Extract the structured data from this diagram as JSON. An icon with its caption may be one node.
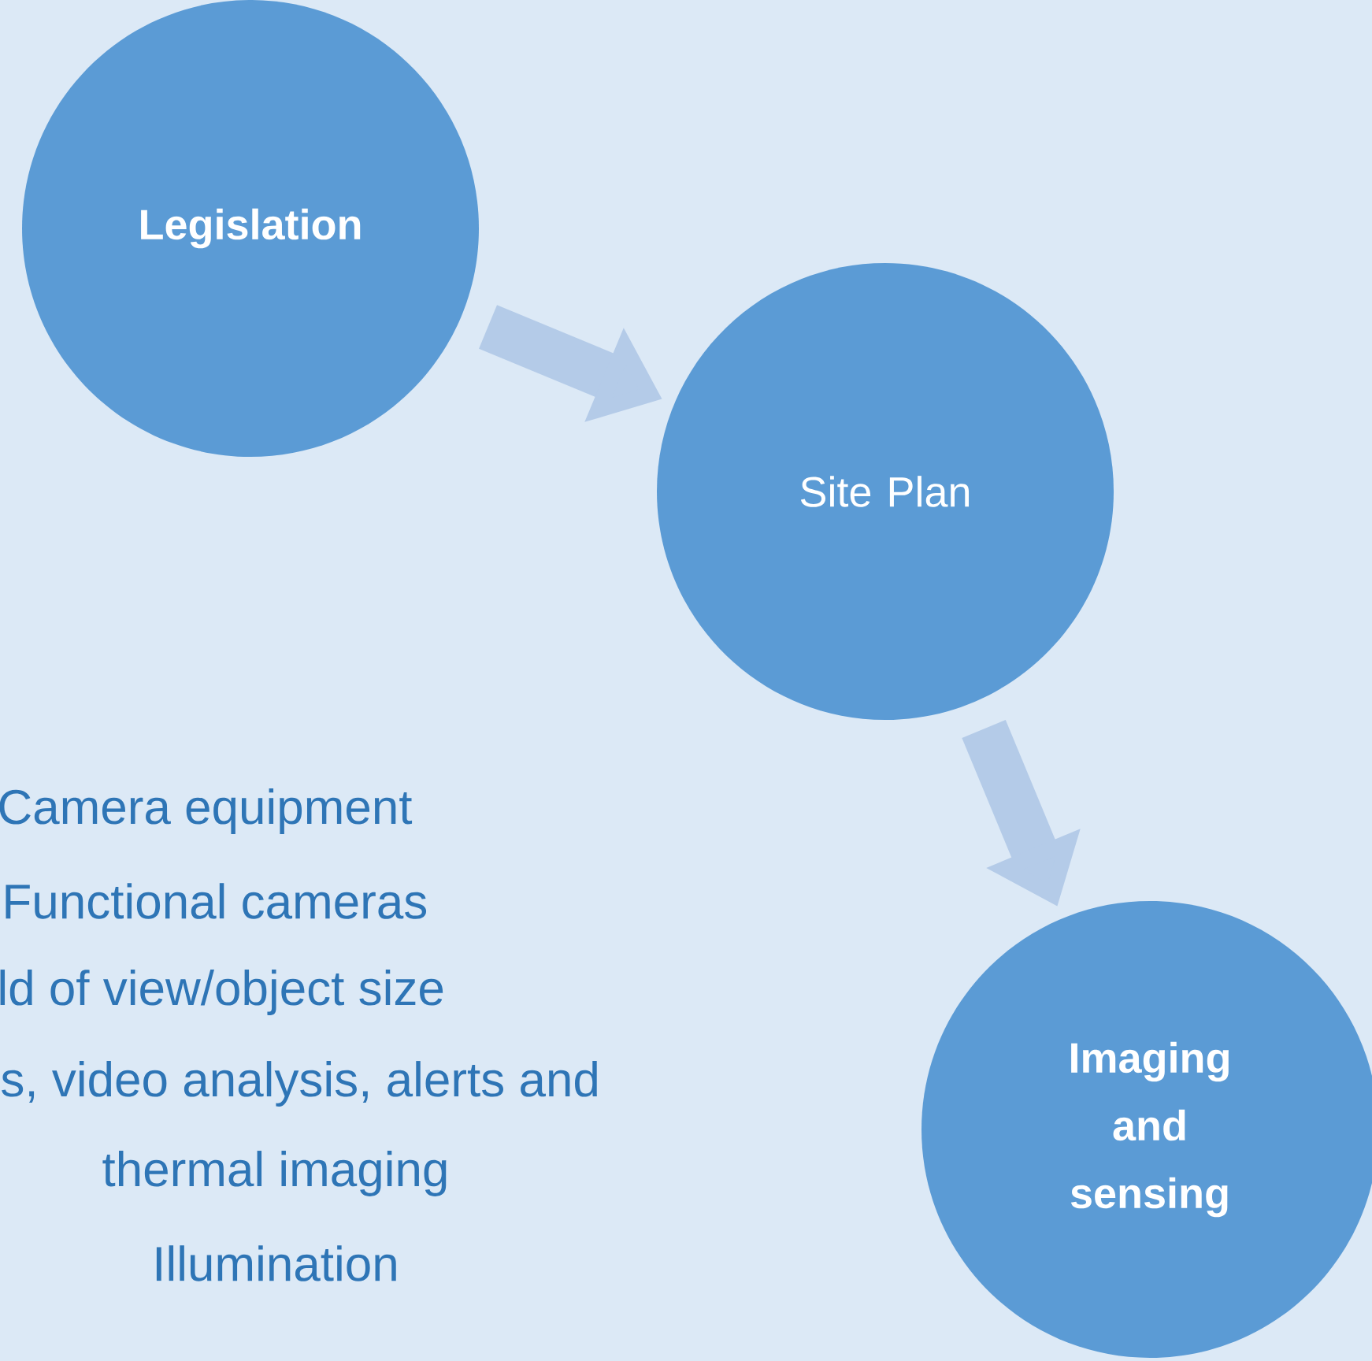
{
  "diagram": {
    "nodes": [
      {
        "text": [
          "Legislation"
        ]
      },
      {
        "text": [
          "Site Plan"
        ]
      },
      {
        "text": [
          "Imaging and sensing"
        ]
      }
    ],
    "edges": [
      {
        "from": 0,
        "to": 1,
        "arrow": "to"
      },
      {
        "from": 1,
        "to": 2,
        "arrow": "to"
      }
    ],
    "labels": [
      "Camera equipment",
      "Functional cameras",
      "ld of view/object size",
      "s, video analysis, alerts and",
      "thermal imaging",
      "Illumination"
    ]
  }
}
